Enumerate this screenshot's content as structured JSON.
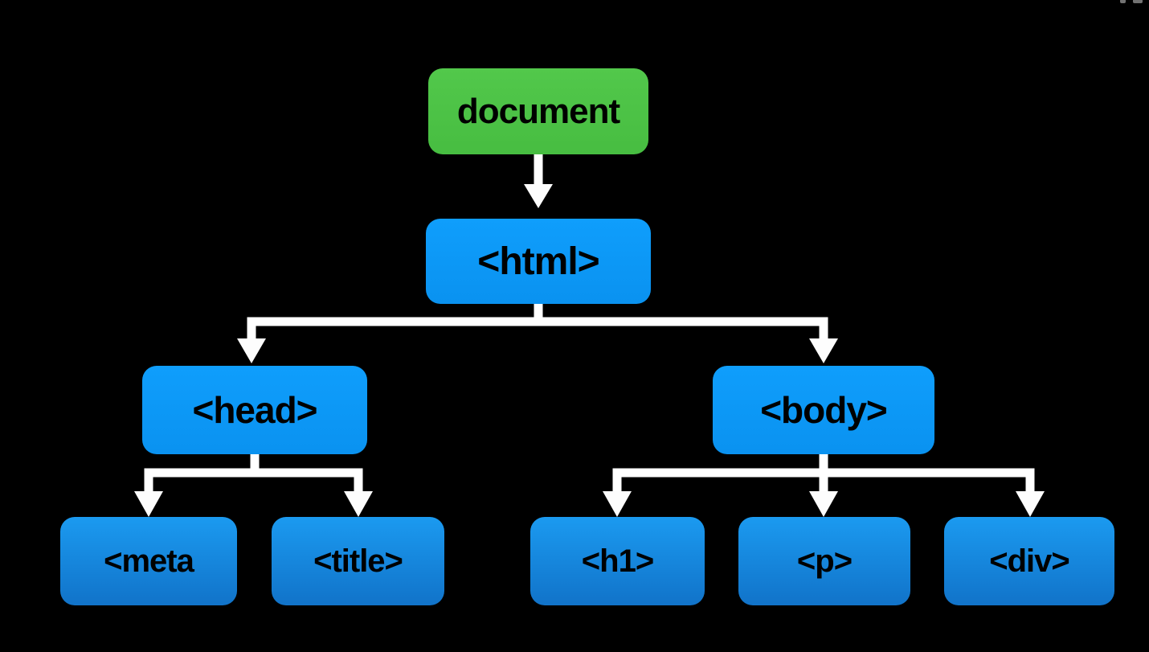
{
  "diagram": {
    "type": "tree",
    "description": "DOM tree of an HTML document",
    "nodes": {
      "document": {
        "label": "document",
        "kind": "root"
      },
      "html": {
        "label": "<html>",
        "kind": "element"
      },
      "head": {
        "label": "<head>",
        "kind": "element"
      },
      "body": {
        "label": "<body>",
        "kind": "element"
      },
      "meta": {
        "label": "<meta",
        "kind": "leaf"
      },
      "title": {
        "label": "<title>",
        "kind": "leaf"
      },
      "h1": {
        "label": "<h1>",
        "kind": "leaf"
      },
      "p": {
        "label": "<p>",
        "kind": "leaf"
      },
      "div": {
        "label": "<div>",
        "kind": "leaf"
      }
    },
    "edges": [
      [
        "document",
        "html"
      ],
      [
        "html",
        "head"
      ],
      [
        "html",
        "body"
      ],
      [
        "head",
        "meta"
      ],
      [
        "head",
        "title"
      ],
      [
        "body",
        "h1"
      ],
      [
        "body",
        "p"
      ],
      [
        "body",
        "div"
      ]
    ],
    "colors": {
      "background": "#000000",
      "root_node": "#4cc246",
      "element_node": "#0a99fa",
      "leaf_node_top": "#1b9af0",
      "leaf_node_bottom": "#1173c9",
      "connector": "#ffffff",
      "node_text": "#000000"
    }
  }
}
